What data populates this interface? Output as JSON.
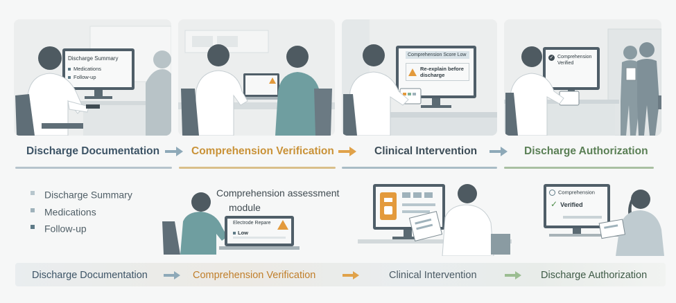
{
  "panels": [
    {
      "screen_title": "Discharge Summary",
      "screen_items": [
        "Medications",
        "Follow-up"
      ]
    },
    {
      "screen_title": "",
      "screen_items": []
    },
    {
      "screen_title": "Comprehension Score Low",
      "screen_message": "Re-explain before discharge"
    },
    {
      "screen_header": "Comprehension",
      "screen_status": "Verified"
    }
  ],
  "stages": [
    {
      "label": "Discharge Documentation",
      "color": "#3d5466",
      "underline": "#b6c4cc"
    },
    {
      "label": "Comprehension Verification",
      "color": "#c99238",
      "underline": "#d9bf8a"
    },
    {
      "label": "Clinical Intervention",
      "color": "#3d4d58",
      "underline": "#a9bcc6"
    },
    {
      "label": "Discharge Authorization",
      "color": "#5a7f55",
      "underline": "#a9c0a2"
    }
  ],
  "legend": [
    {
      "label": "Discharge Summary",
      "color": "#b7c6cd"
    },
    {
      "label": "Medications",
      "color": "#9fb2bb"
    },
    {
      "label": "Follow-up",
      "color": "#5e7a87"
    }
  ],
  "module": {
    "title_line1": "Comprehension assessment",
    "title_line2": "module",
    "screen_header": "Electrode Repare",
    "screen_value": "Low"
  },
  "bottom_icons": {
    "verified_header": "Comprehension",
    "verified_status": "Verified"
  },
  "bottom_bar": [
    {
      "label": "Discharge Documentation",
      "color": "#3d5466"
    },
    {
      "label": "Comprehension Verification",
      "color": "#c07e2a"
    },
    {
      "label": "Clinical Intervention",
      "color": "#4a5a64"
    },
    {
      "label": "Discharge Authorization",
      "color": "#3e5a46"
    }
  ],
  "colors": {
    "arrow_blue": "#8ea9b8",
    "arrow_orange": "#e0a24a",
    "arrow_green": "#9bbd92"
  }
}
